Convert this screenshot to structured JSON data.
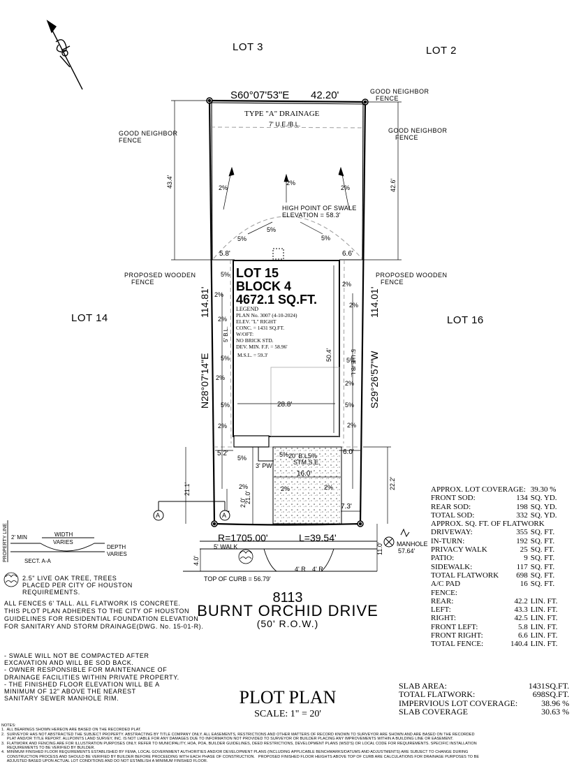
{
  "lots": {
    "lot3": "LOT 3",
    "lot2": "LOT 2",
    "lot14": "LOT 14",
    "lot16": "LOT 16"
  },
  "boundary": {
    "rear_bearing": "S60°07'53\"E",
    "rear_distance": "42.20'",
    "left_bearing": "N28°07'14\"E",
    "left_distance": "114.81'",
    "right_bearing": "S29°26'57\"W",
    "right_distance": "114.01'",
    "front_radius": "R=1705.00'",
    "front_length": "L=39.54'"
  },
  "lot_info": {
    "lot": "LOT 15",
    "block": "BLOCK 4",
    "area": "4672.1 SQ.FT.",
    "legend_title": "LEGEND",
    "legend_lines": [
      "PLAN No. 3007 (4-10-2024)",
      "ELEV. \"L\" RIGHT",
      "CONC. = 1431 SQ.FT.",
      "W/OFT:",
      "NO BRICK STD.",
      "DEV. MIN. F.F. = 58.96'",
      "M.S.L. = 59.3'"
    ]
  },
  "labels": {
    "drainage": "TYPE \"A\" DRAINAGE",
    "ue_bl": "7' U.E./B.L.",
    "good_neighbor_fence": "GOOD NEIGHBOR",
    "fence": "FENCE",
    "proposed_wooden": "PROPOSED WOODEN",
    "high_point": "HIGH POINT OF SWALE",
    "elevation": "ELEVATION = 58.3'",
    "side_bl_left": "5' B.L.",
    "side_ue_right": "5' U.E./B.L.",
    "front_bl": "20' B.L.",
    "stm_se": "STM.S.E.",
    "pw": "3' PW",
    "walk": "5' WALK",
    "manhole": "MANHOLE",
    "manhole_elev": "57.64'",
    "top_of_curb": "TOP OF CURB = 56.79'",
    "radius_4_left": "4' R",
    "radius_4_right": "4' R",
    "sect_a": "A"
  },
  "dimensions": {
    "d43_4": "43.4'",
    "d42_6": "42.6'",
    "d5_8": "5.8'",
    "d6_6": "6.6'",
    "d50_4": "50.4'",
    "d28_8": "28.8'",
    "d5_2": "5.2'",
    "d6_0": "6.0'",
    "d16_0": "16.0'",
    "d21_1": "21.1'",
    "d21_0": "21.0'",
    "d2_0": "2.0'",
    "d22_2": "22.2'",
    "d7_3": "7.3'",
    "d11_0": "11.0'",
    "d4_0": "4.0'"
  },
  "slopes": [
    "2%",
    "5%"
  ],
  "section": {
    "property_line": "PROPERTY LINE",
    "min": "2' MIN",
    "width_varies_1": "WIDTH",
    "width_varies_2": "VARIES",
    "depth_varies_1": "DEPTH",
    "depth_varies_2": "VARIES",
    "title": "SECT. A-A"
  },
  "tree_note": [
    "2.5\" LIVE OAK TREE, TREES",
    "PLACED PER CITY OF HOUSTON",
    "REQUIREMENTS."
  ],
  "general_note": [
    "ALL FENCES 6' TALL. ALL FLATWORK IS CONCRETE.",
    "THIS PLOT PLAN ADHERES TO THE CITY OF HOUSTON",
    "GUIDELINES FOR RESIDENTIAL FOUNDATION ELEVATION",
    "FOR SANITARY AND STORM DRAINAGE(DWG. No. 15-01-R)."
  ],
  "swale_notes": [
    "-  SWALE WILL NOT BE COMPACTED AFTER",
    "EXCAVATION AND WILL BE SOD BACK.",
    "-  OWNER RESPONSIBLE FOR MAINTENANCE OF",
    "DRAINAGE FACILITIES WITHIN PRIVATE PROPERTY.",
    "-  THE FINISHED FLOOR ELEVATION WILL BE A",
    "MINIMUM OF 12\" ABOVE THE NEAREST",
    "SANITARY SEWER MANHOLE RIM."
  ],
  "address": {
    "number": "8113",
    "street": "BURNT ORCHID DRIVE",
    "row": "(50' R.O.W.)"
  },
  "title": {
    "main": "PLOT PLAN",
    "scale": "SCALE: 1\" = 20'"
  },
  "coverage": {
    "header_label": "APPROX. LOT COVERAGE:",
    "header_value": "39.30",
    "header_unit": "%",
    "rows1": [
      {
        "label": "FRONT SOD:",
        "value": "134",
        "unit": "SQ. YD."
      },
      {
        "label": "REAR SOD:",
        "value": "198",
        "unit": "SQ. YD."
      },
      {
        "label": "TOTAL SOD:",
        "value": "332",
        "unit": "SQ. YD."
      }
    ],
    "flatwork_header": "APPROX. SQ. FT. OF FLATWORK",
    "rows2": [
      {
        "label": "DRIVEWAY:",
        "value": "355",
        "unit": "SQ. FT."
      },
      {
        "label": "IN-TURN:",
        "value": "192",
        "unit": "SQ. FT."
      },
      {
        "label": "PRIVACY WALK",
        "value": "25",
        "unit": "SQ. FT."
      },
      {
        "label": "PATIO:",
        "value": "9",
        "unit": "SQ. FT."
      },
      {
        "label": "SIDEWALK:",
        "value": "117",
        "unit": "SQ. FT."
      },
      {
        "label": "TOTAL FLATWORK",
        "value": "698",
        "unit": "SQ. FT."
      },
      {
        "label": "A/C PAD",
        "value": "16",
        "unit": "SQ. FT."
      }
    ],
    "fence_header": "FENCE:",
    "rows3": [
      {
        "label": "REAR:",
        "value": "42.2",
        "unit": "LIN. FT."
      },
      {
        "label": "LEFT:",
        "value": "43.3",
        "unit": "LIN. FT."
      },
      {
        "label": "RIGHT:",
        "value": "42.5",
        "unit": "LIN. FT."
      },
      {
        "label": "FRONT LEFT:",
        "value": "5.8",
        "unit": "LIN. FT."
      },
      {
        "label": "FRONT RIGHT:",
        "value": "6.6",
        "unit": "LIN. FT."
      },
      {
        "label": "TOTAL FENCE:",
        "value": "140.4",
        "unit": "LIN. FT."
      }
    ]
  },
  "summary": [
    {
      "label": "SLAB AREA:",
      "value": "1431SQ.FT."
    },
    {
      "label": "TOTAL FLATWORK:",
      "value": "698SQ.FT."
    },
    {
      "label": "IMPERVIOUS LOT COVERAGE:",
      "value": "38.96 %"
    },
    {
      "label": "SLAB COVERAGE",
      "value": "30.63 %"
    }
  ],
  "notes_title": "NOTES:",
  "notes": [
    "1.  ALL BEARINGS SHOWN HEREON ARE BASED ON THE RECORDED PLAT.",
    "2.  SURVEYOR HAS NOT ABSTRACTED THE SUBJECT PROPERTY. ABSTRACTING BY TITLE COMPANY ONLY. ALL EASEMENTS, RESTRICTIONS AND OTHER MATTERS OF RECORD KNOWN TO SURVEYOR ARE SHOWN AND ARE BASED ON THE RECORDED",
    "     PLAT AND/OR TITLE REPORT. ALLPOINTS LAND SURVEY, INC. IS NOT LIABLE FOR ANY DAMAGES DUE TO INFORMATION NOT PROVIDED TO SURVEYOR OR BUILDER PLACING ANY IMPROVEMENTS WITHIN A BUILDING LINE OR EASEMENT.",
    "3.  FLATWORK AND FENCING ARE FOR ILLUSTRATION PURPOSES ONLY. REFER TO MUNICIPALITY, HOA, POA, BUILDER GUIDELINES, DEED RESTRICTIONS, DEVELOPMENT PLANS (WSD'S) OR LOCAL CODE FOR REQUIREMENTS. SPECIFIC INSTALLATION",
    "     REQUIREMENTS TO BE VERIFIED BY BUILDER.",
    "4.  MINIMUM FINISHED FLOOR REQUIREMENTS ESTABLISHED BY FEMA, LOCAL GOVERNMENT AUTHORITIES AND/OR DEVELOPMENT PLANS (INCLUDING APPLICABLE BENCHMARKS/DATUMS AND ADJUSTMENTS) ARE SUBJECT TO CHANGE DURING",
    "     CONSTRUCTION PROCESS AND SHOULD BE VERIFIED BY BUILDER BEFORE PROCEEDING WITH EACH PHASE OF CONSTRUCTION.   PROPOSED FINISHED FLOOR HEIGHTS ABOVE TOP OF CURB ARE CALCULATIONS FOR DRAINAGE PURPOSES TO BE",
    "     ADJUSTED BASED UPON ACTUAL LOT CONDITIONS AND DO NOT ESTABLISH A MINIMUM FINISHED FLOOR."
  ]
}
